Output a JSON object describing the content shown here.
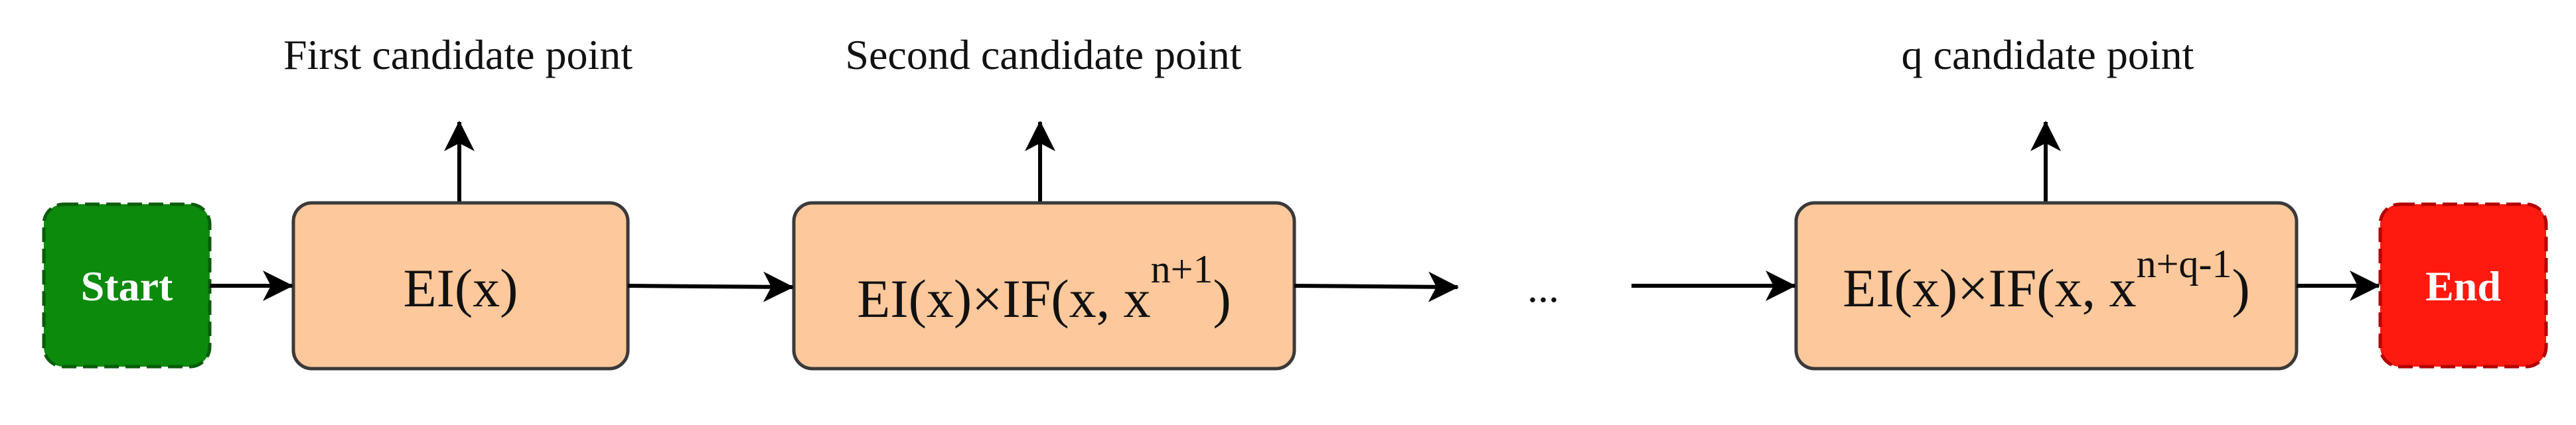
{
  "start": {
    "label": "Start",
    "color": "#0b8a0b"
  },
  "end": {
    "label": "End",
    "color": "#ff1a0f"
  },
  "box_fill": "#fdc89b",
  "box_stroke": "#3a3a3a",
  "boxes": [
    {
      "base": "EI(x)",
      "sup": "",
      "suffix": "",
      "output": "First candidate point"
    },
    {
      "base": "EI(x)×IF(x, x",
      "sup": "n+1",
      "suffix": ")",
      "output": "Second candidate point"
    },
    {
      "base": "EI(x)×IF(x, x",
      "sup": "n+q-1",
      "suffix": ")",
      "output": "q candidate point"
    }
  ],
  "ellipsis": "..."
}
